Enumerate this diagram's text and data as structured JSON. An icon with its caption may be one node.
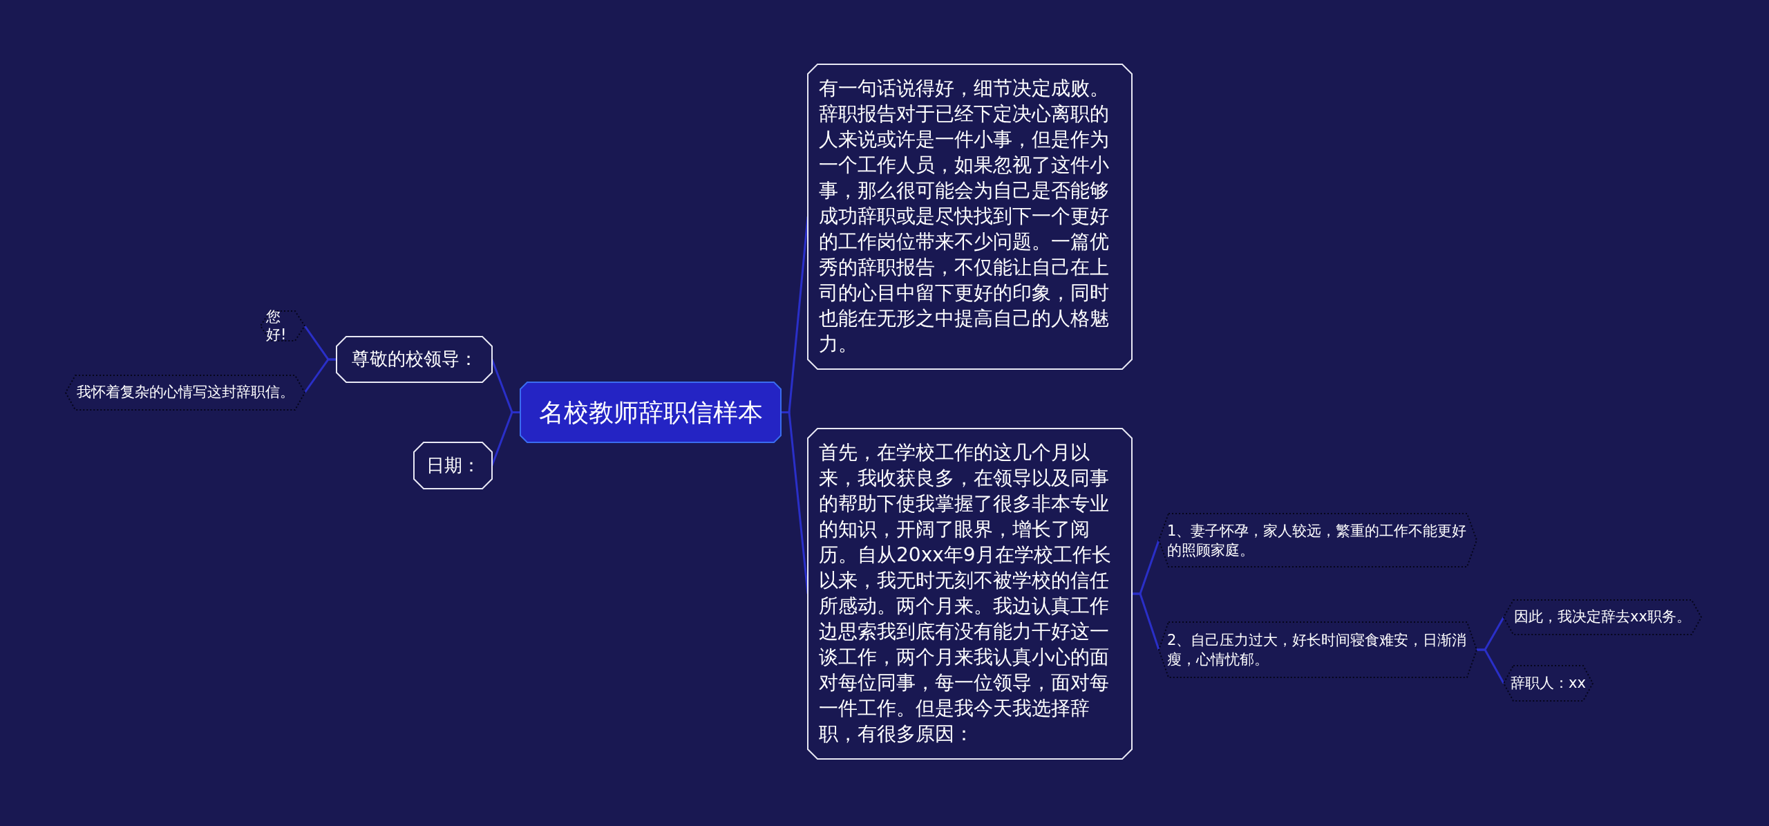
{
  "diagram": {
    "nodes": [
      {
        "text": [
          "名校教师辞职信样本"
        ]
      },
      {
        "text": [
          "尊敬的校领导："
        ]
      },
      {
        "text": [
          "您好!"
        ]
      },
      {
        "text": [
          "我怀着复杂的心情写这封辞职信。"
        ]
      },
      {
        "text": [
          "日期："
        ]
      },
      {
        "text": [
          "有一句话说得好，细节决定成败。辞职报告对于已经下定决心离职的人来说或许是一件小事，但是作为一个工作人员，如果忽视了这件小事，那么很可能会为自己是否能够成功辞职或是尽快找到下一个更好的工作岗位带来不少问题。一篇优秀的辞职报告，不仅能让自己在上司的心目中留下更好的印象，同时也能在无形之中提高自己的人格魅力。"
        ]
      },
      {
        "text": [
          "首先，在学校工作的这几个月以来，我收获良多，在领导以及同事的帮助下使我掌握了很多非本专业的知识，开阔了眼界，增长了阅历。自从20xx年9月在学校工作长以来，我无时无刻不被学校的信任所感动。两个月来。我边认真工作边思索我到底有没有能力干好这一谈工作，两个月来我认真小心的面对每位同事，每一位领导，面对每一件工作。但是我今天我选择辞职，有很多原因："
        ]
      },
      {
        "text": [
          "1、妻子怀孕，家人较远，繁重的工作不能更好的照顾家庭。"
        ]
      },
      {
        "text": [
          "2、自己压力过大，好长时间寝食难安，日渐消瘦，心情忧郁。"
        ]
      },
      {
        "text": [
          "因此，我决定辞去xx职务。"
        ]
      },
      {
        "text": [
          "辞职人：xx"
        ]
      }
    ],
    "edges": [
      {
        "from": 0,
        "to": 1,
        "arrow": "none"
      },
      {
        "from": 1,
        "to": 2,
        "arrow": "none"
      },
      {
        "from": 1,
        "to": 3,
        "arrow": "none"
      },
      {
        "from": 0,
        "to": 4,
        "arrow": "none"
      },
      {
        "from": 0,
        "to": 5,
        "arrow": "none"
      },
      {
        "from": 0,
        "to": 6,
        "arrow": "none"
      },
      {
        "from": 6,
        "to": 7,
        "arrow": "none"
      },
      {
        "from": 6,
        "to": 8,
        "arrow": "none"
      },
      {
        "from": 8,
        "to": 9,
        "arrow": "none"
      },
      {
        "from": 8,
        "to": 10,
        "arrow": "none"
      }
    ]
  }
}
